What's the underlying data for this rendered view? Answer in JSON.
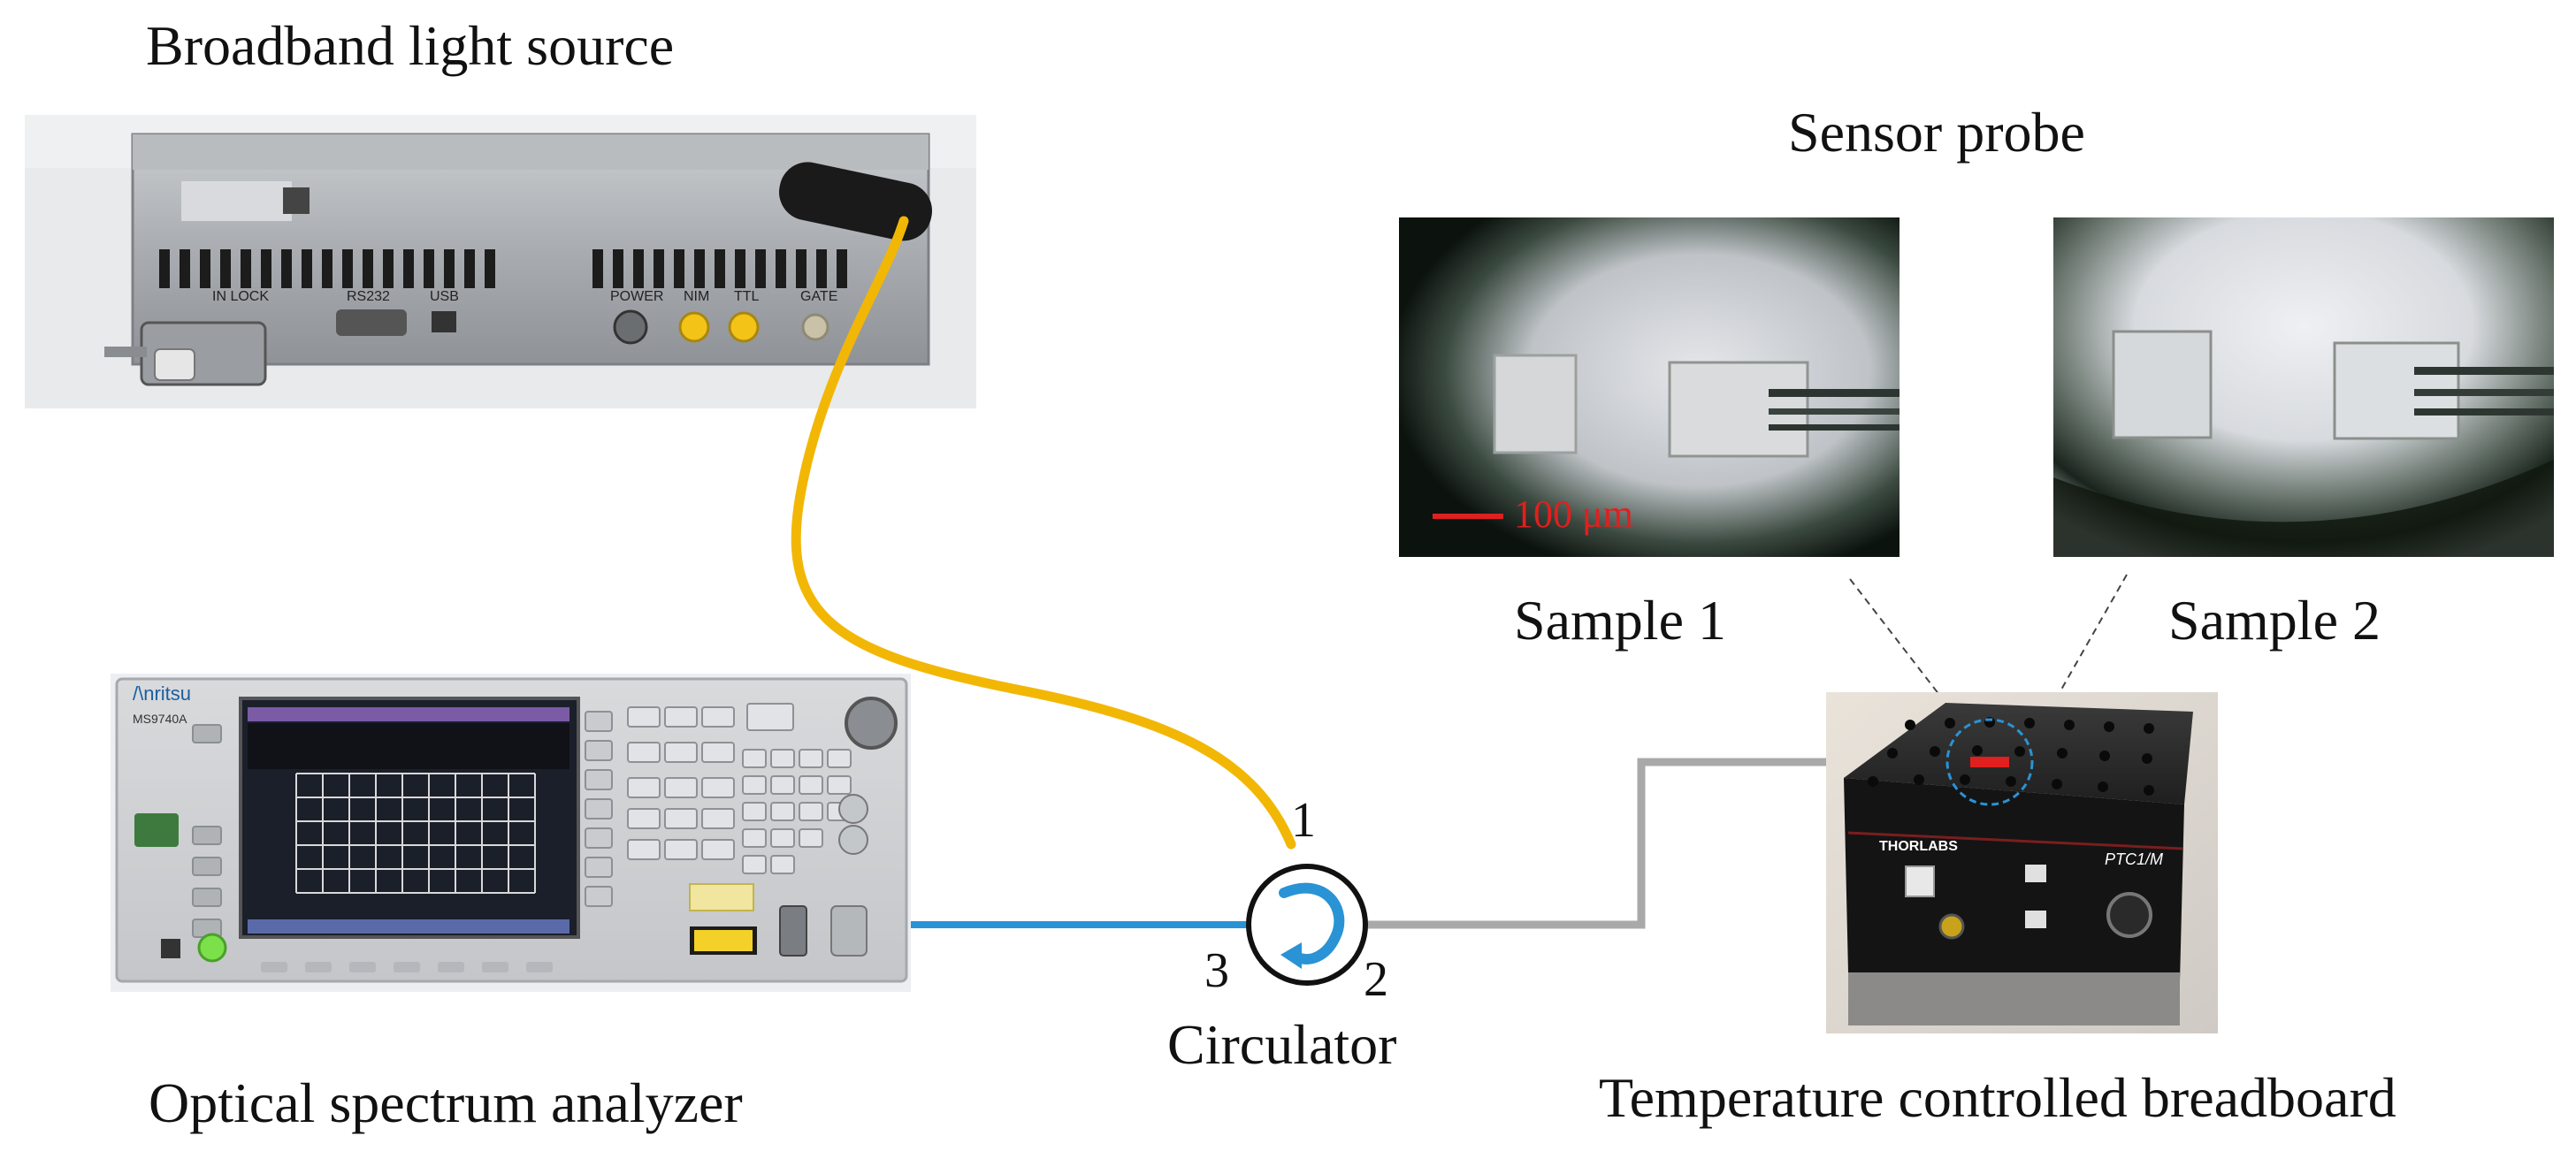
{
  "labels": {
    "light_source": "Broadband light source",
    "osa": "Optical spectrum analyzer",
    "circulator": "Circulator",
    "breadboard": "Temperature controlled breadboard",
    "sensor_probe": "Sensor probe",
    "sample1": "Sample 1",
    "sample2": "Sample 2",
    "scale_bar": "100 μm",
    "port1": "1",
    "port2": "2",
    "port3": "3"
  },
  "device_text": {
    "inlock": "IN LOCK",
    "rs232": "RS232",
    "usb": "USB",
    "power": "POWER",
    "nim": "NIM",
    "ttl": "TTL",
    "gate": "GATE",
    "anritsu": "/\\nritsu",
    "osa_model": "MS9740A",
    "thorlabs": "THORLABS",
    "ptc": "PTC1/M"
  },
  "colors": {
    "fiber_yellow": "#f2b705",
    "fiber_blue": "#2a93d5",
    "fiber_gray": "#a9a9a9",
    "scale_red": "#e0201e",
    "circulator_arrow": "#2a93d5"
  }
}
